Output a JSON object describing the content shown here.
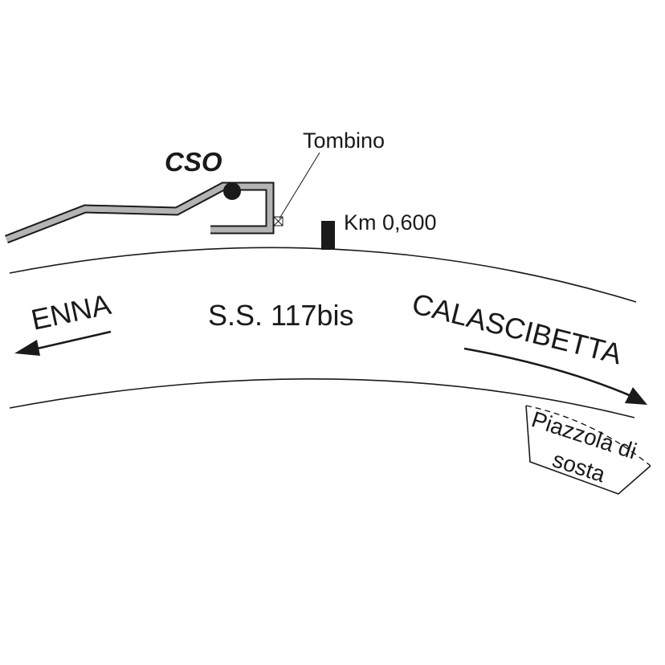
{
  "labels": {
    "cso": "CSO",
    "tombino": "Tombino",
    "km_marker": "Km 0,600",
    "road_name": "S.S. 117bis",
    "dest_left": "ENNA",
    "dest_right": "CALASCIBETTA",
    "lay_by_line1": "Piazzola di",
    "lay_by_line2": "sosta"
  },
  "colors": {
    "line": "#1a1a1a",
    "pipe_fill": "#b4b4b4",
    "background": "#ffffff"
  }
}
